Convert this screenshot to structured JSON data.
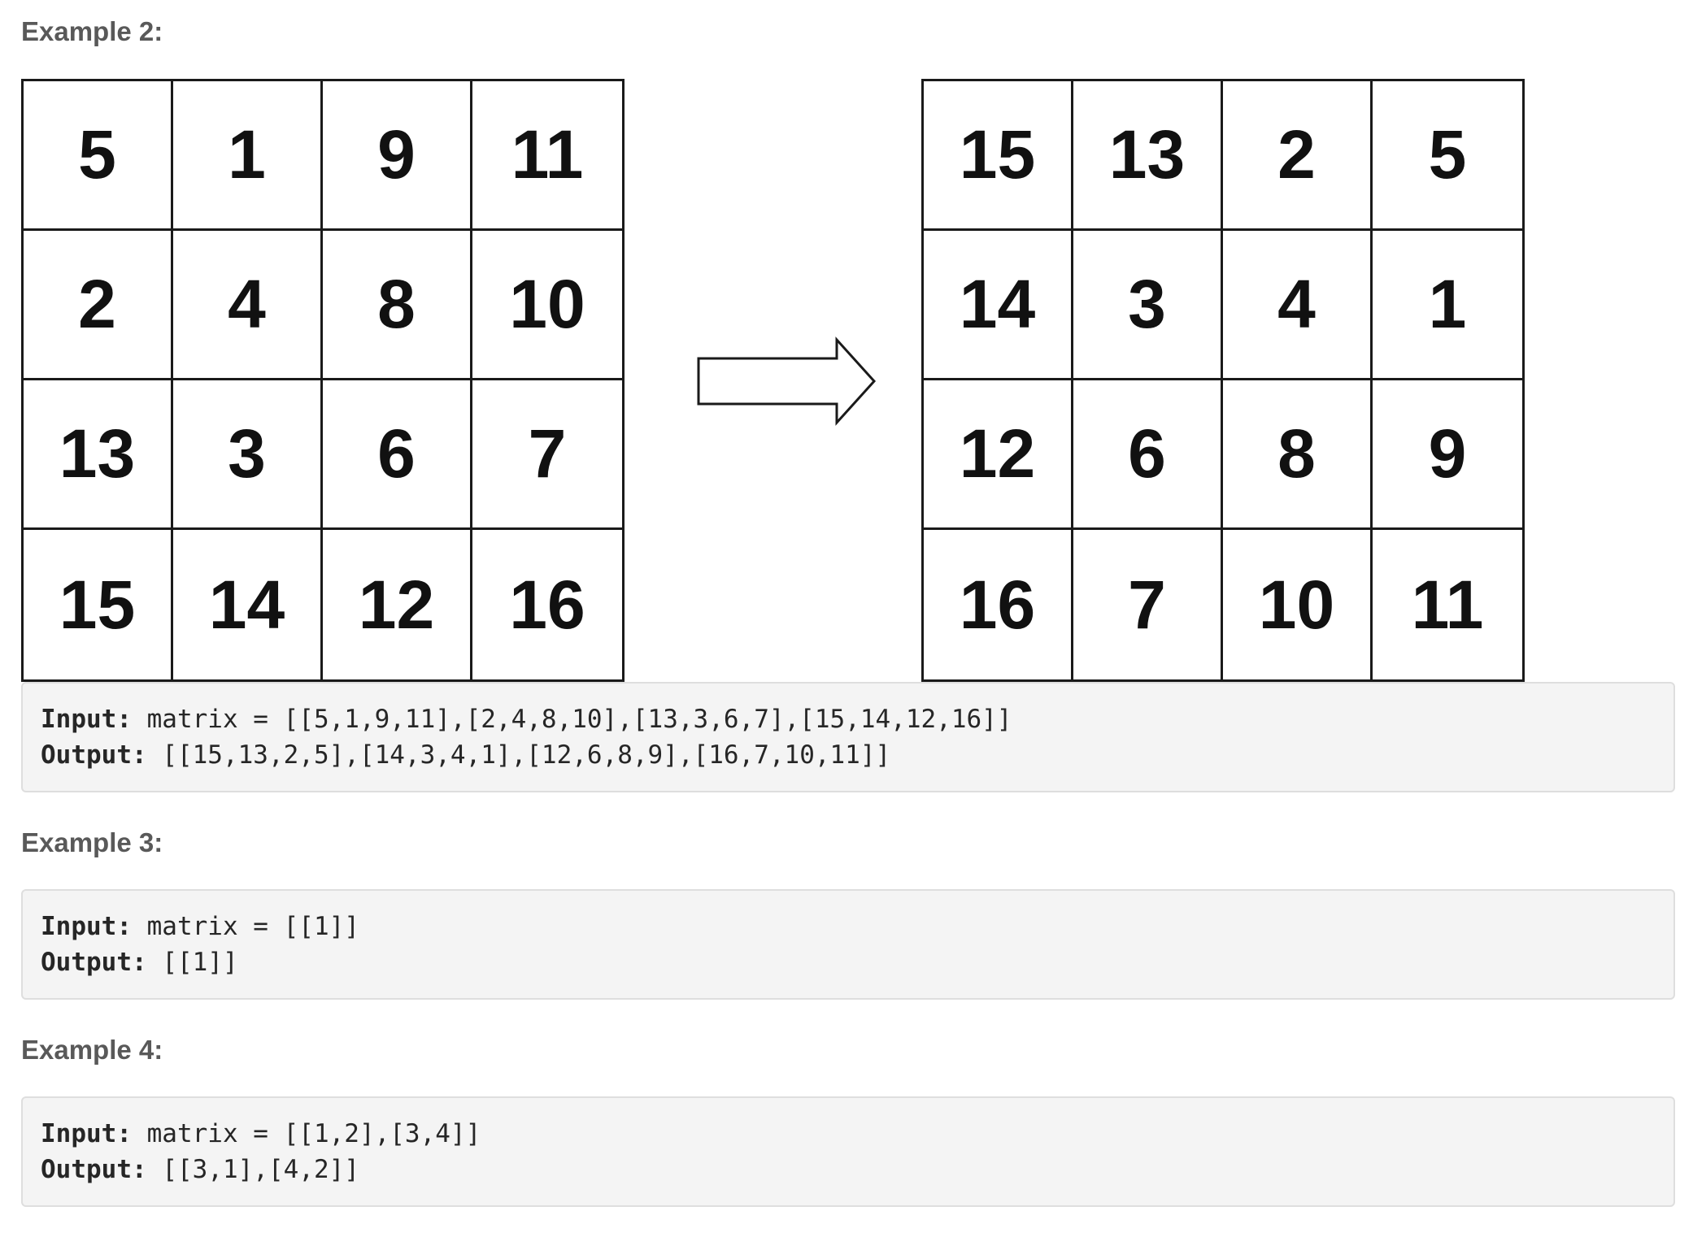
{
  "example2": {
    "heading": "Example 2:",
    "input_matrix": [
      [
        "5",
        "1",
        "9",
        "11"
      ],
      [
        "2",
        "4",
        "8",
        "10"
      ],
      [
        "13",
        "3",
        "6",
        "7"
      ],
      [
        "15",
        "14",
        "12",
        "16"
      ]
    ],
    "output_matrix": [
      [
        "15",
        "13",
        "2",
        "5"
      ],
      [
        "14",
        "3",
        "4",
        "1"
      ],
      [
        "12",
        "6",
        "8",
        "9"
      ],
      [
        "16",
        "7",
        "10",
        "11"
      ]
    ],
    "arrow_icon": "right-arrow-icon",
    "input_label": "Input:",
    "input_value": " matrix = [[5,1,9,11],[2,4,8,10],[13,3,6,7],[15,14,12,16]]",
    "output_label": "Output:",
    "output_value": " [[15,13,2,5],[14,3,4,1],[12,6,8,9],[16,7,10,11]]"
  },
  "example3": {
    "heading": "Example 3:",
    "input_label": "Input:",
    "input_value": " matrix = [[1]]",
    "output_label": "Output:",
    "output_value": " [[1]]"
  },
  "example4": {
    "heading": "Example 4:",
    "input_label": "Input:",
    "input_value": " matrix = [[1,2],[3,4]]",
    "output_label": "Output:",
    "output_value": " [[3,1],[4,2]]"
  }
}
